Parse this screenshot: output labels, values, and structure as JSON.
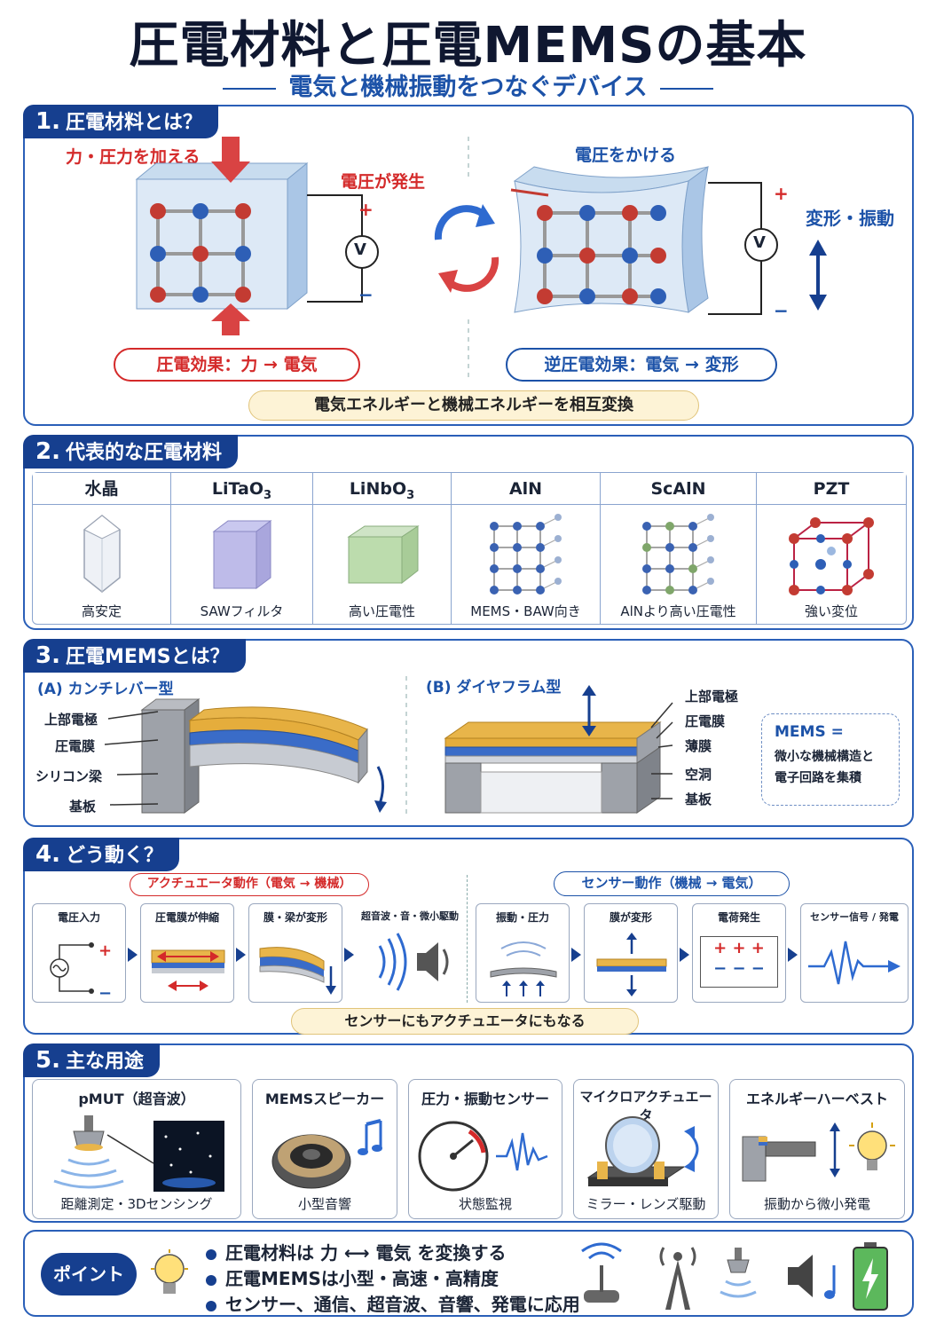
{
  "title": "圧電材料と圧電MEMSの基本",
  "subtitle": "電気と機械振動をつなぐデバイス",
  "s1": {
    "num": "1.",
    "heading": "圧電材料とは？",
    "force_label": "力・圧力を加える",
    "voltage_gen": "電圧が発生",
    "apply_voltage": "電圧をかける",
    "deform": "変形・振動",
    "plus": "+",
    "minus": "−",
    "v": "V",
    "direct_effect": "圧電効果：力 → 電気",
    "inverse_effect": "逆圧電効果：電気 → 変形",
    "conversion": "電気エネルギーと機械エネルギーを相互変換"
  },
  "s2": {
    "num": "2.",
    "heading": "代表的な圧電材料",
    "materials": [
      {
        "name": "水晶",
        "desc": "高安定"
      },
      {
        "name": "LiTaO",
        "sub": "3",
        "desc": "SAWフィルタ"
      },
      {
        "name": "LiNbO",
        "sub": "3",
        "desc": "高い圧電性"
      },
      {
        "name": "AlN",
        "desc": "MEMS・BAW向き"
      },
      {
        "name": "ScAlN",
        "desc": "AlNより高い圧電性"
      },
      {
        "name": "PZT",
        "desc": "強い変位"
      }
    ]
  },
  "s3": {
    "num": "3.",
    "heading": "圧電MEMSとは？",
    "a_title": "(A) カンチレバー型",
    "a_labels": [
      "上部電極",
      "圧電膜",
      "シリコン梁",
      "基板"
    ],
    "b_title": "(B) ダイヤフラム型",
    "b_labels": [
      "上部電極",
      "圧電膜",
      "薄膜",
      "空洞",
      "基板"
    ],
    "mems_def_title": "MEMS =",
    "mems_def_1": "微小な機械構造と",
    "mems_def_2": "電子回路を集積"
  },
  "s4": {
    "num": "4.",
    "heading": "どう動く？",
    "actuator_title": "アクチュエータ動作（電気 → 機械）",
    "sensor_title": "センサー動作（機械 → 電気）",
    "steps": [
      "電圧入力",
      "圧電膜が伸縮",
      "膜・梁が変形",
      "超音波・音・微小駆動",
      "振動・圧力",
      "膜が変形",
      "電荷発生",
      "センサー信号 / 発電"
    ],
    "both": "センサーにもアクチュエータにもなる",
    "charge_plus": "+ + +",
    "charge_minus": "− − −"
  },
  "s5": {
    "num": "5.",
    "heading": "主な用途",
    "apps": [
      {
        "title": "pMUT（超音波）",
        "desc": "距離測定・3Dセンシング"
      },
      {
        "title": "MEMSスピーカー",
        "desc": "小型音響"
      },
      {
        "title": "圧力・振動センサー",
        "desc": "状態監視"
      },
      {
        "title": "マイクロアクチュエータ",
        "desc": "ミラー・レンズ駆動"
      },
      {
        "title": "エネルギーハーベスト",
        "desc": "振動から微小発電"
      }
    ]
  },
  "point": {
    "label": "ポイント",
    "lines": [
      "圧電材料は 力 ⟷ 電気 を変換する",
      "圧電MEMSは小型・高速・高精度",
      "センサー、通信、超音波、音響、発電に応用"
    ]
  },
  "colors": {
    "navy": "#163f8f",
    "blue": "#1c52a8",
    "red": "#d42a2a",
    "gold": "#e8b54a",
    "film_blue": "#3a6cc8"
  }
}
